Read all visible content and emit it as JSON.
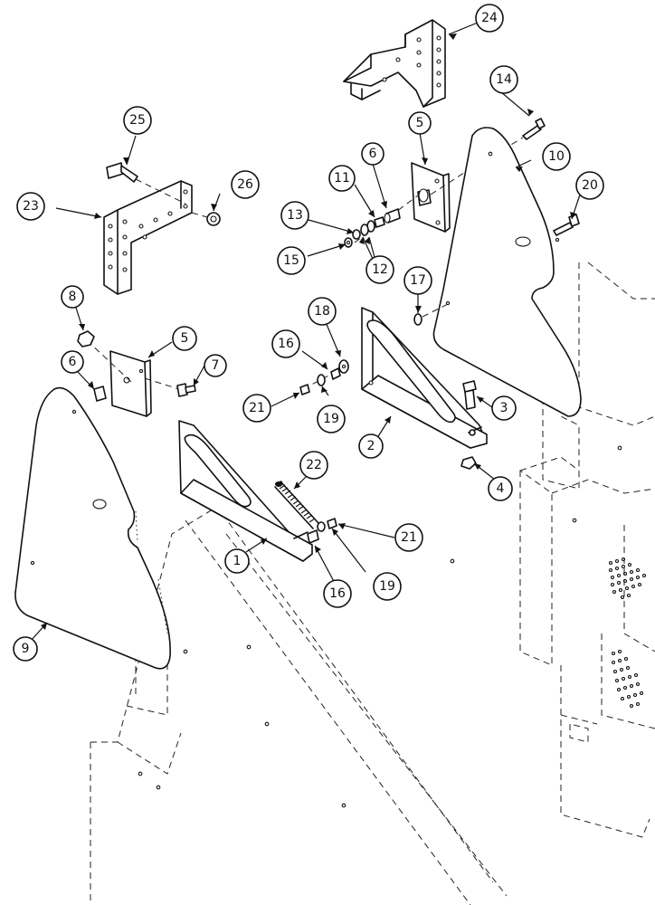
{
  "callouts": [
    {
      "id": "c1",
      "label": "1"
    },
    {
      "id": "c2",
      "label": "2"
    },
    {
      "id": "c3",
      "label": "3"
    },
    {
      "id": "c4",
      "label": "4"
    },
    {
      "id": "c5a",
      "label": "5"
    },
    {
      "id": "c5b",
      "label": "5"
    },
    {
      "id": "c6a",
      "label": "6"
    },
    {
      "id": "c6b",
      "label": "6"
    },
    {
      "id": "c7",
      "label": "7"
    },
    {
      "id": "c8",
      "label": "8"
    },
    {
      "id": "c9",
      "label": "9"
    },
    {
      "id": "c10",
      "label": "10"
    },
    {
      "id": "c11",
      "label": "11"
    },
    {
      "id": "c12",
      "label": "12"
    },
    {
      "id": "c13",
      "label": "13"
    },
    {
      "id": "c14",
      "label": "14"
    },
    {
      "id": "c15",
      "label": "15"
    },
    {
      "id": "c16a",
      "label": "16"
    },
    {
      "id": "c16b",
      "label": "16"
    },
    {
      "id": "c17",
      "label": "17"
    },
    {
      "id": "c18",
      "label": "18"
    },
    {
      "id": "c19a",
      "label": "19"
    },
    {
      "id": "c19b",
      "label": "19"
    },
    {
      "id": "c20",
      "label": "20"
    },
    {
      "id": "c21a",
      "label": "21"
    },
    {
      "id": "c21b",
      "label": "21"
    },
    {
      "id": "c22",
      "label": "22"
    },
    {
      "id": "c23",
      "label": "23"
    },
    {
      "id": "c24",
      "label": "24"
    },
    {
      "id": "c25",
      "label": "25"
    },
    {
      "id": "c26",
      "label": "26"
    }
  ]
}
